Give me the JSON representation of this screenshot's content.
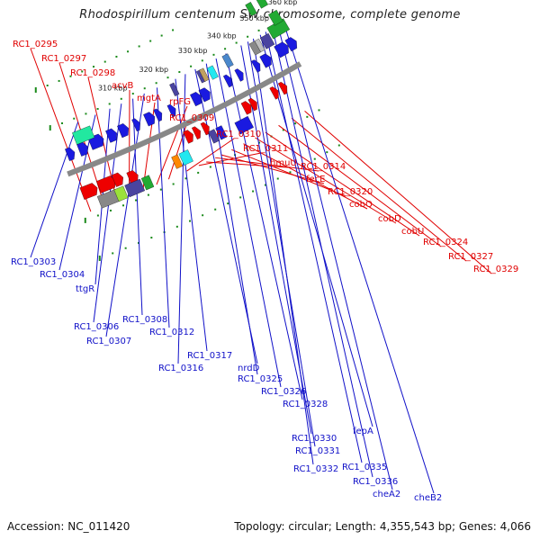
{
  "title": "Rhodospirillum centenum SW chromosome, complete genome",
  "accession": "Accession: NC_011420",
  "summary": "Topology: circular; Length: 4,355,543 bp; Genes: 4,066",
  "colors": {
    "backbone": "#888888",
    "forward_label": "#e00000",
    "reverse_label": "#1010c8",
    "forward_gene": "#ee0000",
    "reverse_gene": "#1a1ae0",
    "rna_gene": "#22aa33",
    "tick_marks": "#1a8a1a"
  },
  "scale_ticks": [
    "310 kbp",
    "320 kbp",
    "330 kbp",
    "340 kbp",
    "350 kbp",
    "360 kbp"
  ],
  "forward_labels": [
    "RC1_0295",
    "RC1_0297",
    "RC1_0298",
    "acvB",
    "mgtA",
    "rpFG",
    "RC1_0309",
    "RC1_0310",
    "RC1_0311",
    "hmuU",
    "RC1_0314",
    "fecE",
    "RC1_0320",
    "cobQ",
    "cobD",
    "cobU",
    "RC1_0324",
    "RC1_0327",
    "RC1_0329"
  ],
  "reverse_labels": [
    "RC1_0303",
    "RC1_0304",
    "ttgR",
    "RC1_0306",
    "RC1_0308",
    "RC1_0307",
    "RC1_0312",
    "RC1_0317",
    "RC1_0316",
    "nrdD",
    "RC1_0325",
    "RC1_0326",
    "RC1_0328",
    "RC1_0330",
    "RC1_0331",
    "RC1_0332",
    "fepA",
    "RC1_0335",
    "RC1_0336",
    "cheA2",
    "cheB2"
  ]
}
